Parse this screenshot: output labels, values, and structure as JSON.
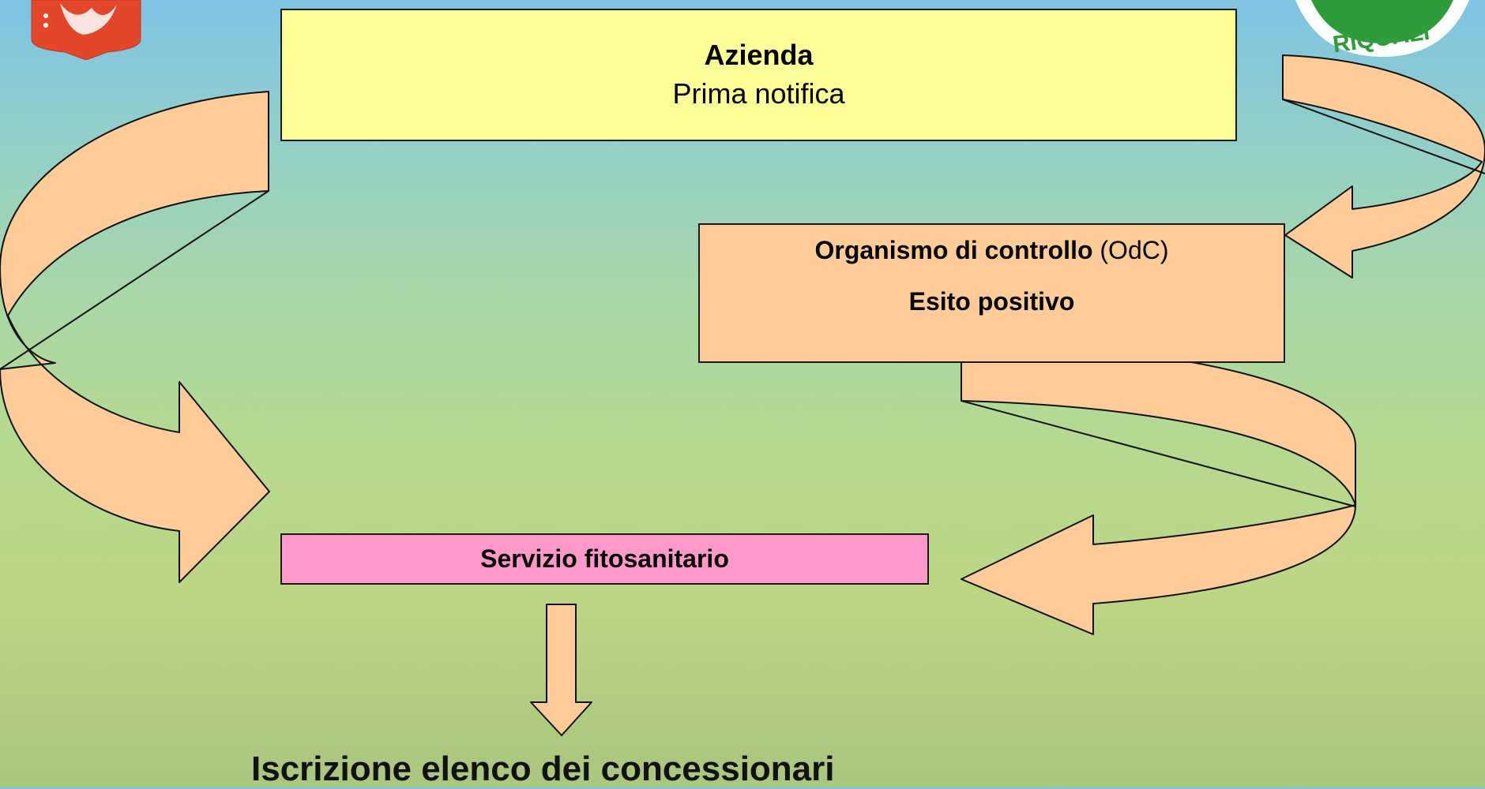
{
  "boxes": {
    "azienda": {
      "title": "Azienda",
      "subtitle": "Prima notifica"
    },
    "odc": {
      "title_bold": "Organismo di controllo",
      "title_suffix": " (OdC)",
      "line2": "Esito positivo"
    },
    "servizio": {
      "label": "Servizio fitosanitario"
    }
  },
  "final_step": "Iscrizione elenco dei concessionari",
  "logos": {
    "left": "regional-emblem",
    "right_text": "RIQUALI"
  },
  "colors": {
    "azienda_fill": "#ffff99",
    "odc_fill": "#ffcc99",
    "servizio_fill": "#ff99cc",
    "arrow_fill": "#ffcc99"
  }
}
